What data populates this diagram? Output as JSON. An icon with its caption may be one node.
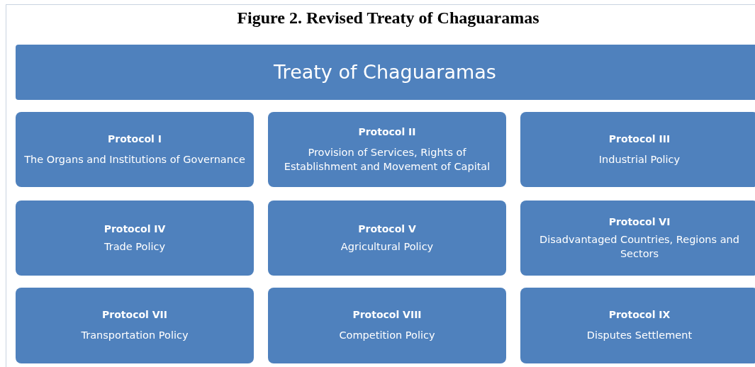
{
  "diagram": {
    "title": "Figure 2. Revised Treaty of Chaguaramas",
    "nodes": [
      {
        "text": [
          "Treaty of Chaguaramas"
        ]
      },
      {
        "text": [
          "Protocol I",
          "The Organs and Institutions of Governance"
        ]
      },
      {
        "text": [
          "Protocol II",
          "Provision of Services, Rights of Establishment and Movement of Capital"
        ]
      },
      {
        "text": [
          "Protocol III",
          "Industrial Policy"
        ]
      },
      {
        "text": [
          "Protocol IV",
          "Trade Policy"
        ]
      },
      {
        "text": [
          "Protocol V",
          "Agricultural Policy"
        ]
      },
      {
        "text": [
          "Protocol VI",
          "Disadvantaged Countries, Regions and Sectors"
        ]
      },
      {
        "text": [
          "Protocol VII",
          "Transportation Policy"
        ]
      },
      {
        "text": [
          "Protocol VIII",
          "Competition Policy"
        ]
      },
      {
        "text": [
          "Protocol IX",
          "Disputes Settlement"
        ]
      }
    ]
  }
}
